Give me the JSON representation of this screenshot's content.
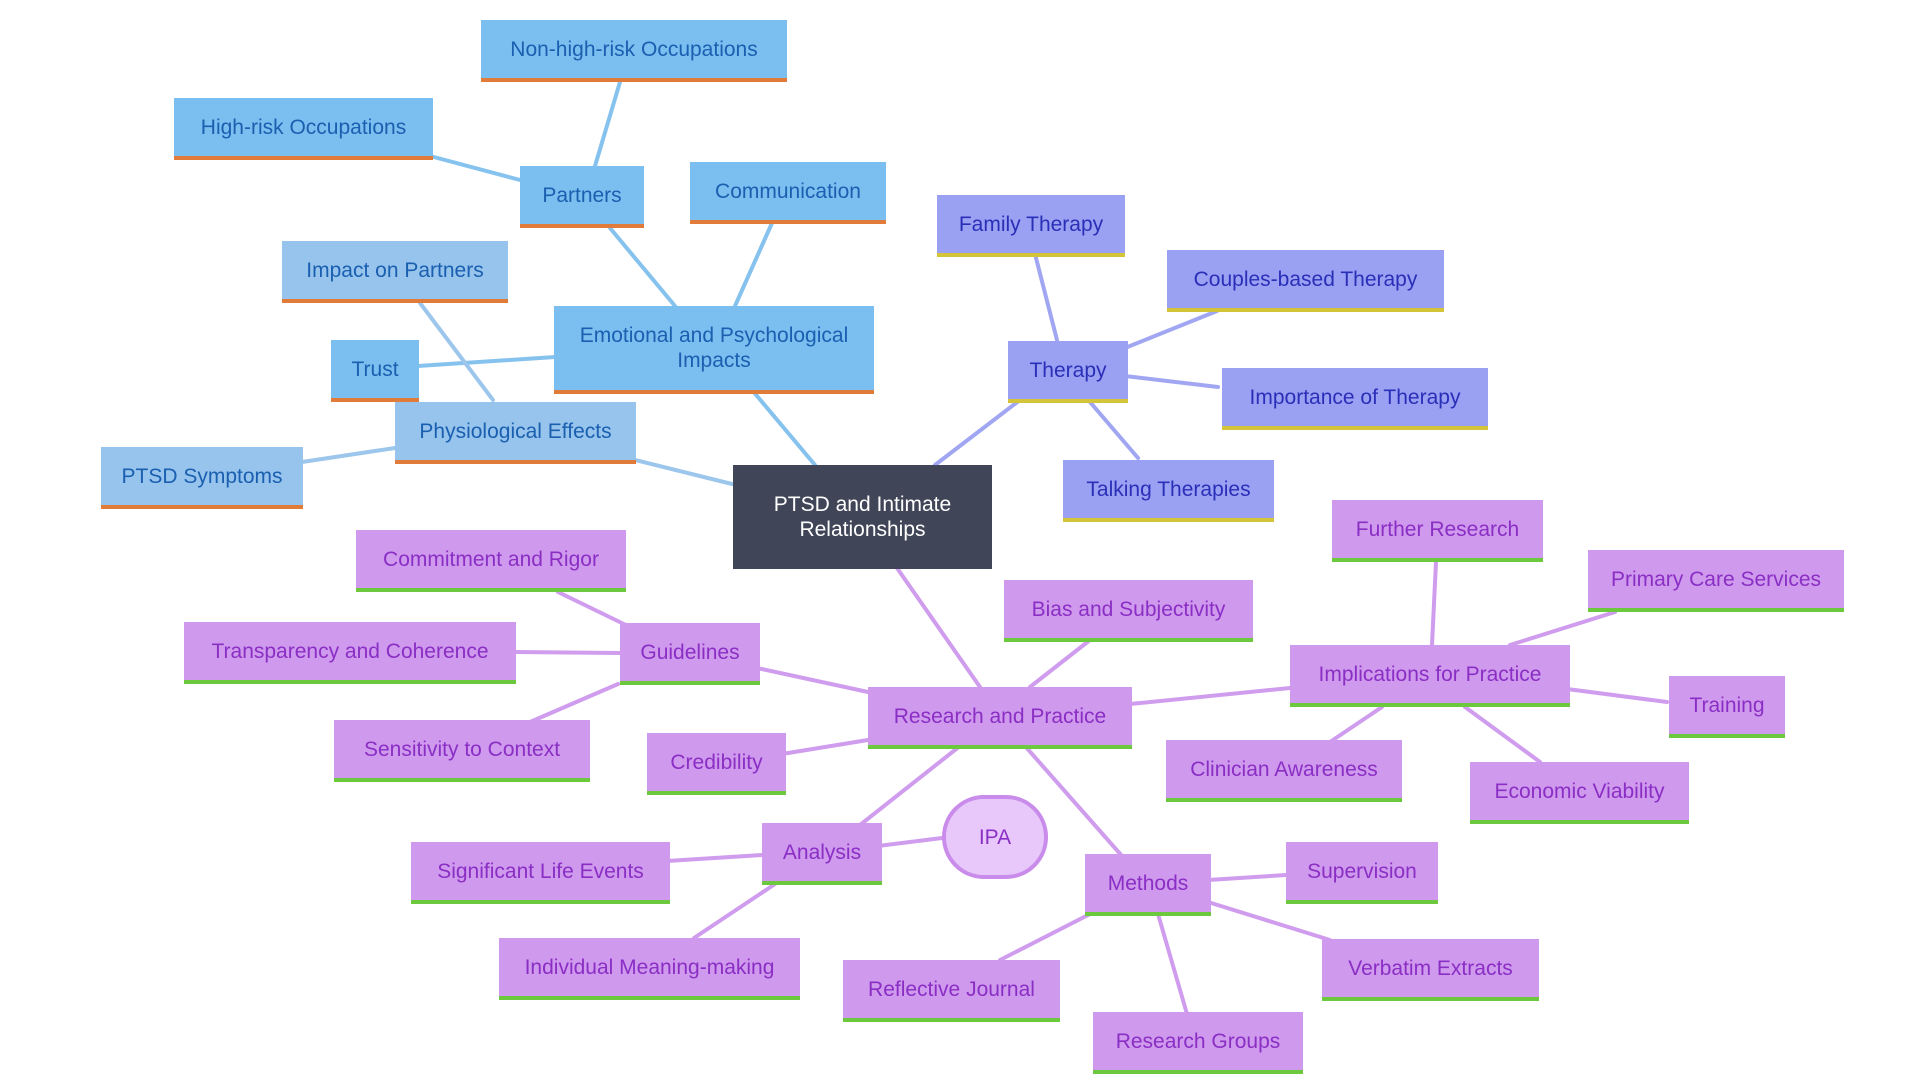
{
  "mindmap": {
    "root": "PTSD and Intimate Relationships",
    "emotional": {
      "label": "Emotional and Psychological Impacts",
      "partners": "Partners",
      "high_risk": "High-risk Occupations",
      "non_high_risk": "Non-high-risk Occupations",
      "communication": "Communication",
      "trust": "Trust"
    },
    "physiological": {
      "label": "Physiological Effects",
      "impact_on_partners": "Impact on Partners",
      "ptsd_symptoms": "PTSD Symptoms"
    },
    "therapy": {
      "label": "Therapy",
      "family": "Family Therapy",
      "couples": "Couples-based Therapy",
      "importance": "Importance of Therapy",
      "talking": "Talking Therapies"
    },
    "research": {
      "label": "Research and Practice",
      "bias": "Bias and Subjectivity",
      "credibility": "Credibility",
      "guidelines": {
        "label": "Guidelines",
        "commitment": "Commitment and Rigor",
        "transparency": "Transparency and Coherence",
        "sensitivity": "Sensitivity to Context"
      },
      "analysis": {
        "label": "Analysis",
        "ipa": "IPA",
        "life_events": "Significant Life Events",
        "meaning_making": "Individual Meaning-making"
      },
      "methods": {
        "label": "Methods",
        "supervision": "Supervision",
        "verbatim": "Verbatim Extracts",
        "research_groups": "Research Groups",
        "reflective_journal": "Reflective Journal"
      },
      "implications": {
        "label": "Implications for Practice",
        "further_research": "Further Research",
        "primary_care": "Primary Care Services",
        "training": "Training",
        "economic": "Economic Viability",
        "clinician": "Clinician Awareness"
      }
    }
  },
  "colors": {
    "root": "#414558",
    "emotional_branch": "#7bbff0",
    "physiological_branch": "#96c4ec",
    "therapy_branch": "#9aa0f2",
    "research_branch": "#cf99ee",
    "underline_orange": "#e07b39",
    "underline_yellow": "#d4c43a",
    "underline_green": "#6cc93e"
  }
}
